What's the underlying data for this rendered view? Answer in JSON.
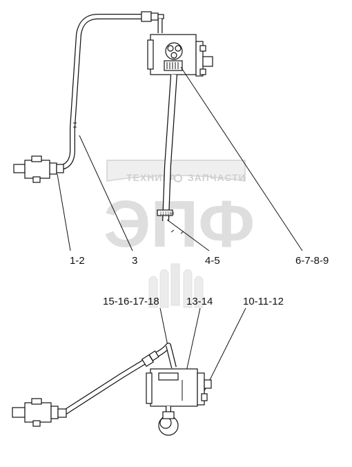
{
  "watermark": {
    "brand_left": "ТЕХНИКА",
    "brand_right": "ЗАПЧАСТИ",
    "big_letters": "ЭПФ"
  },
  "callouts": {
    "c1": "1-2",
    "c2": "3",
    "c3": "4-5",
    "c4": "6-7-8-9",
    "c5": "15-16-17-18",
    "c6": "13-14",
    "c7": "10-11-12"
  }
}
